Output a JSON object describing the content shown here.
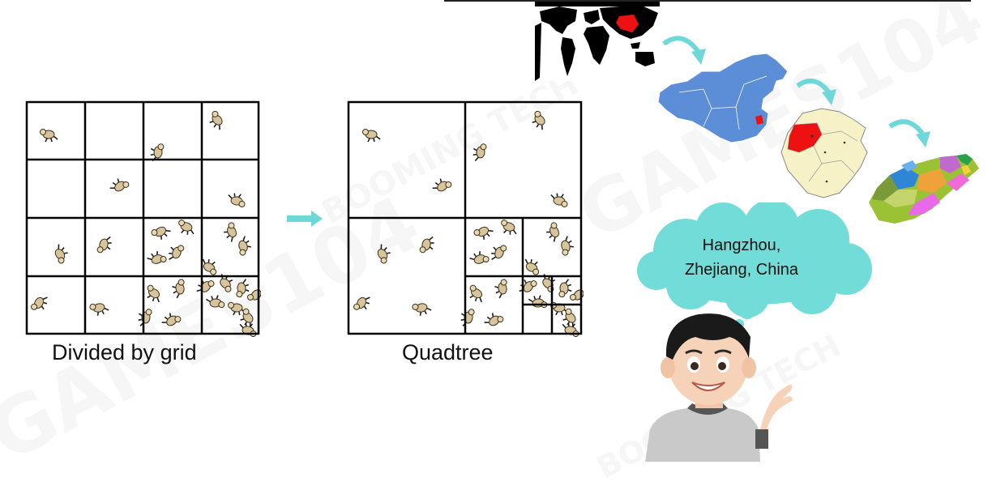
{
  "figure": {
    "grid_caption": "Divided by grid",
    "quadtree_caption": "Quadtree",
    "speech_bubble_lines": [
      "Hangzhou,",
      "Zhejiang, China"
    ],
    "watermarks": [
      "GAMES104",
      "BOOMING TECH"
    ]
  },
  "colors": {
    "arrow": "#6ed8d8",
    "cloud": "#72dcd8",
    "china": "#5b8ed6",
    "highlight": "#ee1111",
    "province": "#f7f1c8",
    "outline": "#000000"
  },
  "icons": {
    "animals": "cartoon-animal-icon",
    "person": "boy-avatar-icon"
  }
}
